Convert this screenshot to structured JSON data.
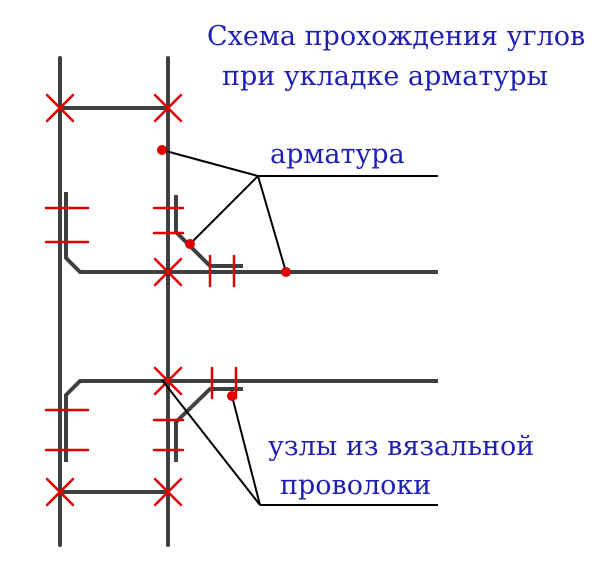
{
  "title": {
    "line1": "Схема прохождения углов",
    "line2": "при укладке арматуры"
  },
  "labels": {
    "rebar": "арматура",
    "knots_line1": "узлы из вязальной",
    "knots_line2": "проволоки"
  },
  "colors": {
    "rebar": "#404040",
    "tie_marks": "#e00000",
    "text": "#1f1fb4"
  }
}
